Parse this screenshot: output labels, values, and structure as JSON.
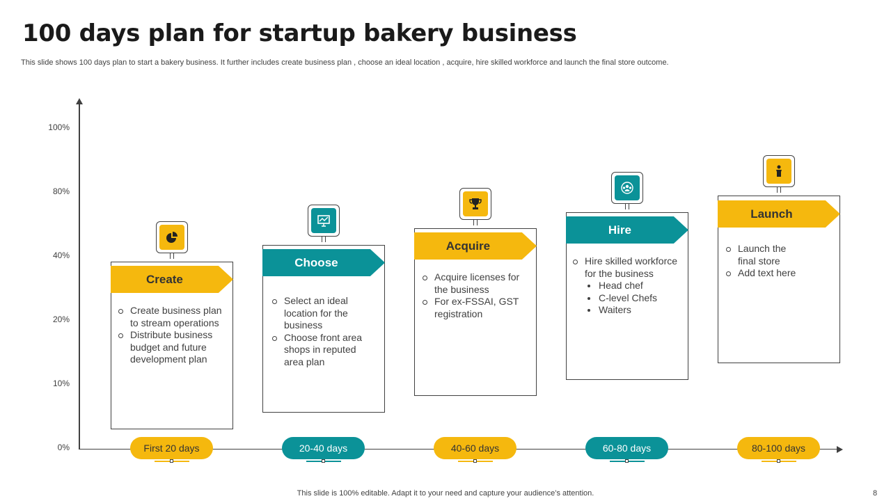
{
  "slide": {
    "title": "100 days plan for startup bakery business",
    "subtitle": "This slide shows 100 days plan to start a bakery business. It further includes create business plan , choose an ideal location , acquire, hire skilled workforce and launch the final store outcome.",
    "footer": "This slide is 100% editable. Adapt it to your need and capture your audience’s attention.",
    "page_number": "8"
  },
  "axis": {
    "y_ticks": [
      "100%",
      "80%",
      "40%",
      "20%",
      "10%",
      "0%"
    ]
  },
  "colors": {
    "yellow": "#f5b80e",
    "teal": "#0b9298",
    "text": "#404040"
  },
  "stages": [
    {
      "label": "Create",
      "days": "First 20 days",
      "color": "yellow",
      "icon": "pie-chart-icon",
      "items": [
        "Create business plan to stream operations",
        "Distribute business budget  and future development plan"
      ]
    },
    {
      "label": "Choose",
      "days": "20-40 days",
      "color": "teal",
      "icon": "presentation-board-icon",
      "items": [
        "Select an ideal location for the business",
        "Choose front area shops in reputed area plan"
      ]
    },
    {
      "label": "Acquire",
      "days": "40-60 days",
      "color": "yellow",
      "icon": "trophy-icon",
      "items": [
        "Acquire licenses for the business",
        "For ex-FSSAI, GST registration"
      ]
    },
    {
      "label": "Hire",
      "days": "60-80 days",
      "color": "teal",
      "icon": "team-icon",
      "items": [
        "Hire skilled workforce for the business"
      ],
      "subitems": [
        "Head chef",
        "C-level Chefs",
        "Waiters"
      ]
    },
    {
      "label": "Launch",
      "days": "80-100 days",
      "color": "yellow",
      "icon": "speaker-podium-icon",
      "items": [
        "Launch the final store",
        "Add text here"
      ]
    }
  ]
}
